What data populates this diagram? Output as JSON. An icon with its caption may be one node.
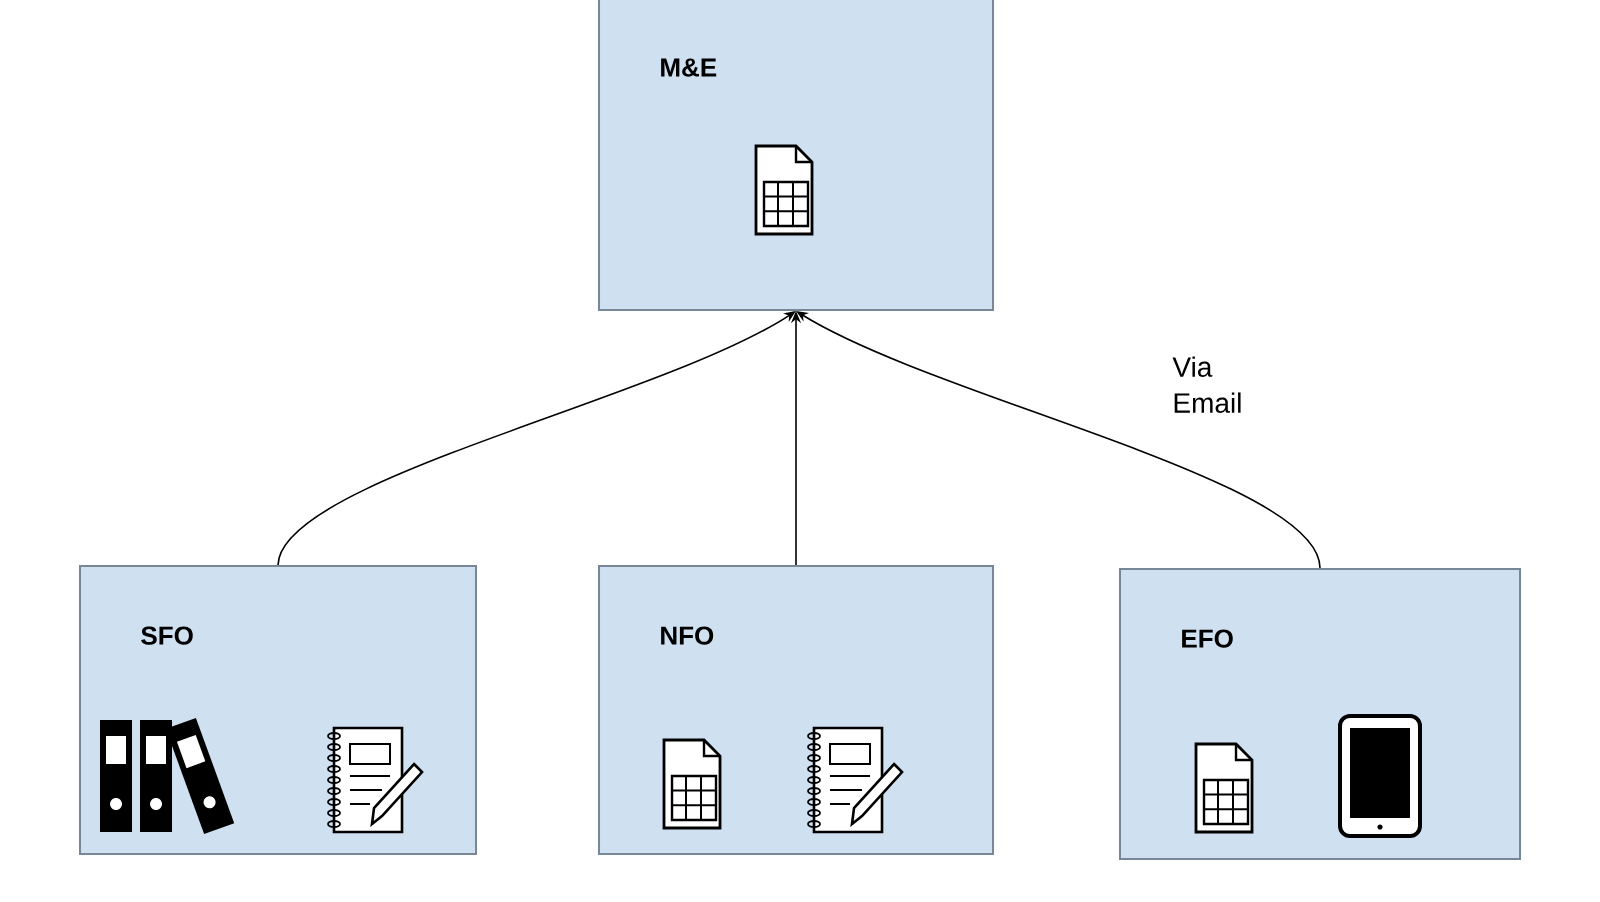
{
  "diagram": {
    "nodes": [
      {
        "text": [
          "M&E"
        ]
      },
      {
        "text": [
          "SFO"
        ]
      },
      {
        "text": [
          "NFO"
        ]
      },
      {
        "text": [
          "EFO"
        ]
      }
    ],
    "edges": [
      {
        "from": 1,
        "to": 0,
        "arrow": "to"
      },
      {
        "from": 2,
        "to": 0,
        "arrow": "to"
      },
      {
        "from": 3,
        "to": 0,
        "arrow": "to",
        "label": "Via Email"
      }
    ]
  }
}
